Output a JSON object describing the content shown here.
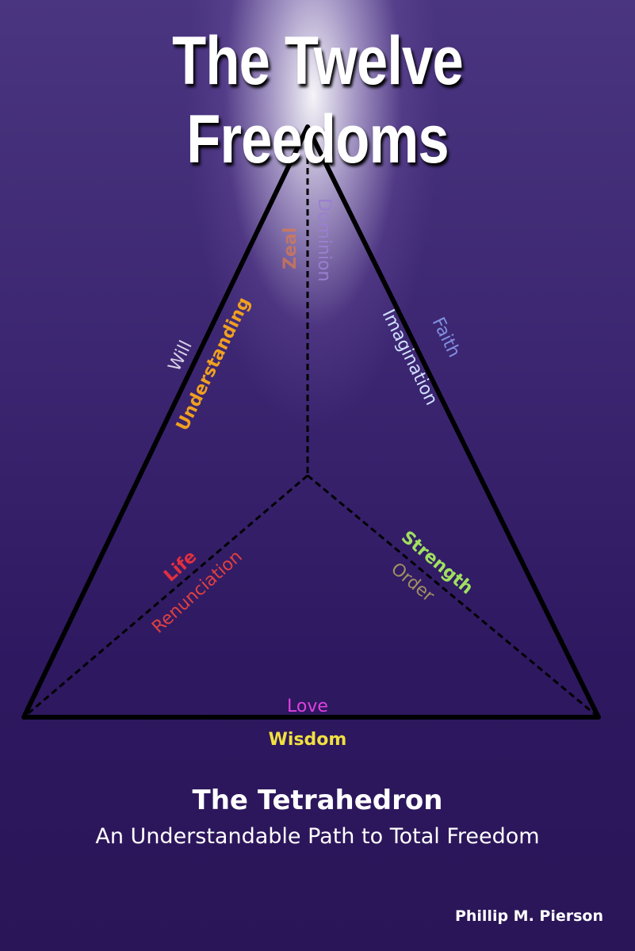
{
  "title": "The Twelve Freedoms",
  "subtitle": "The Tetrahedron",
  "tagline": "An Understandable Path to Total Freedom",
  "author": "Phillip M. Pierson",
  "labels": {
    "zeal": "Zeal",
    "dominion": "Dominion",
    "will": "Will",
    "understanding": "Understanding",
    "faith": "Faith",
    "imagination": "Imagination",
    "life": "Life",
    "renunciation": "Renunciation",
    "strength": "Strength",
    "order": "Order",
    "love": "Love",
    "wisdom": "Wisdom"
  },
  "colors": {
    "zeal": "#e07a4a",
    "dominion": "#9a7fd0",
    "will": "#d8d0e8",
    "understanding": "#f0a020",
    "faith": "#8090e0",
    "imagination": "#d0e0ff",
    "life": "#e03040",
    "renunciation": "#e04040",
    "strength": "#a0e060",
    "order": "#a09060",
    "love": "#e040e0",
    "wisdom": "#f0e040"
  }
}
